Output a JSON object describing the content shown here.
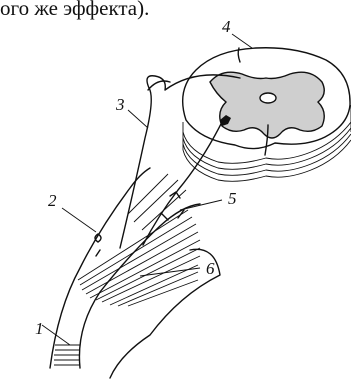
{
  "caption_top": "ого же эффекта).",
  "labels": {
    "n1": "1",
    "n2": "2",
    "n3": "3",
    "n4": "4",
    "n5": "5",
    "n6": "6"
  }
}
